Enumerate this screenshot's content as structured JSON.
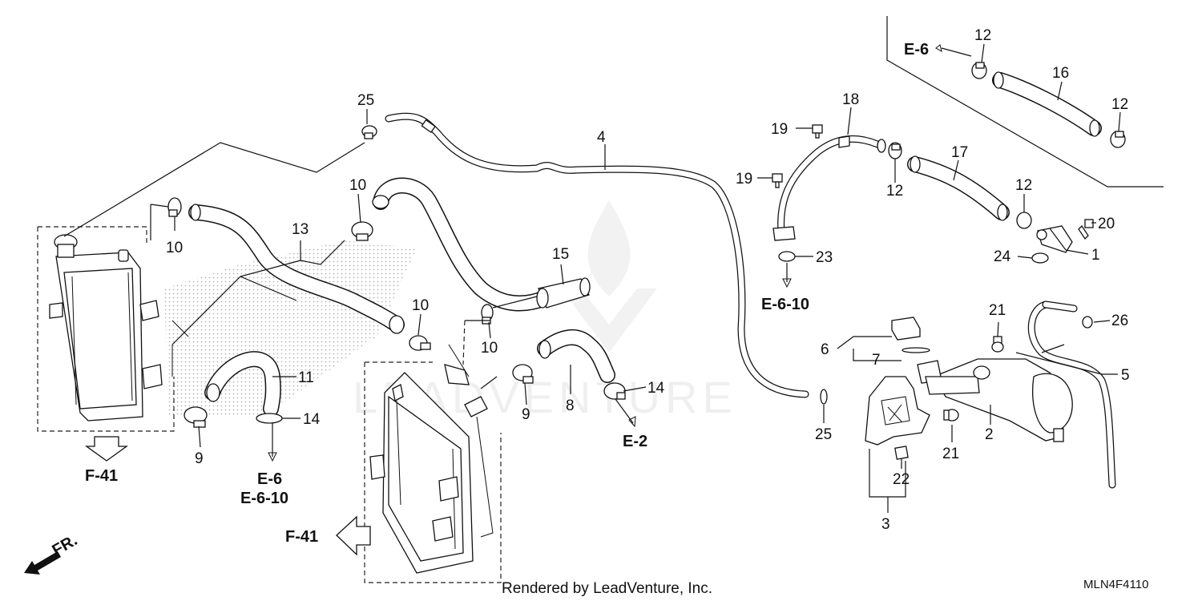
{
  "callouts": {
    "c1": "1",
    "c2": "2",
    "c3": "3",
    "c4": "4",
    "c5": "5",
    "c6": "6",
    "c7": "7",
    "c8": "8",
    "c9a": "9",
    "c9b": "9",
    "c10a": "10",
    "c10b": "10",
    "c10c": "10",
    "c10d": "10",
    "c11": "11",
    "c12a": "12",
    "c12b": "12",
    "c12c": "12",
    "c12d": "12",
    "c13": "13",
    "c14a": "14",
    "c14b": "14",
    "c15": "15",
    "c16": "16",
    "c17": "17",
    "c18": "18",
    "c19a": "19",
    "c19b": "19",
    "c20": "20",
    "c21a": "21",
    "c21b": "21",
    "c22": "22",
    "c23": "23",
    "c24": "24",
    "c25a": "25",
    "c25b": "25",
    "c26": "26"
  },
  "references": {
    "e6_top": "E-6",
    "e6_10_right": "E-6-10",
    "e2": "E-2",
    "e6_bottom": "E-6",
    "e6_10_bottom": "E-6-10",
    "f41_left": "F-41",
    "f41_center": "F-41"
  },
  "front_marker": "FR.",
  "watermark": "LEADVENTURE",
  "footer_credit": "Rendered by LeadVenture, Inc.",
  "diagram_code": "MLN4F4110"
}
